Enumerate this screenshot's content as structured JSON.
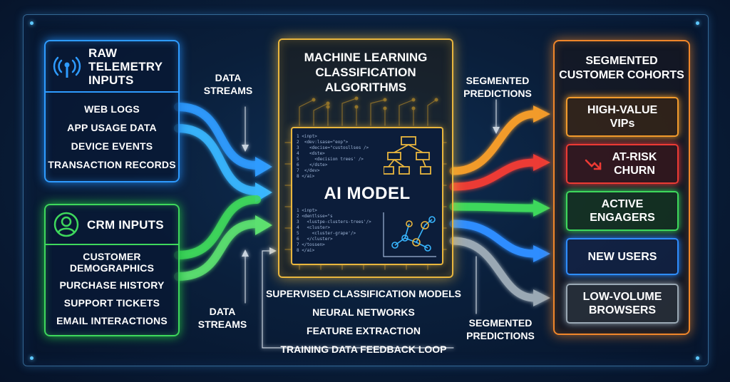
{
  "inputs": {
    "raw": {
      "title": "RAW TELEMETRY INPUTS",
      "icon": "antenna-signal-icon",
      "items": [
        "WEB LOGS",
        "APP USAGE DATA",
        "DEVICE EVENTS",
        "TRANSACTION RECORDS"
      ]
    },
    "crm": {
      "title": "CRM INPUTS",
      "icon": "user-profile-icon",
      "items": [
        "CUSTOMER DEMOGRAPHICS",
        "PURCHASE HISTORY",
        "SUPPORT TICKETS",
        "EMAIL INTERACTIONS"
      ]
    }
  },
  "flow_labels": {
    "data_streams_top": "DATA STREAMS",
    "data_streams_bottom": "DATA STREAMS",
    "segmented_predictions_top": "SEGMENTED PREDICTIONS",
    "segmented_predictions_bottom": "SEGMENTED PREDICTIONS"
  },
  "model": {
    "title": "MACHINE LEARNING CLASSIFICATION ALGORITHMS",
    "core_label": "AI MODEL",
    "methods": [
      "SUPERVISED CLASSIFICATION MODELS",
      "NEURAL NETWORKS",
      "FEATURE EXTRACTION",
      "TRAINING DATA FEEDBACK LOOP"
    ]
  },
  "outputs": {
    "title": "SEGMENTED CUSTOMER COHORTS",
    "segments": [
      "HIGH-VALUE VIPs",
      "AT-RISK CHURN",
      "ACTIVE ENGAGERS",
      "NEW USERS",
      "LOW-VOLUME BROWSERS"
    ]
  },
  "colors": {
    "raw": "#2e9bff",
    "crm": "#3ed85c",
    "model": "#e9b63e",
    "output_frame": "#f0862a",
    "high_value": "#f29b2c",
    "at_risk": "#ec3a34",
    "active": "#3ed85c",
    "new_users": "#2e8dff",
    "low_volume": "#9aa8b4"
  }
}
